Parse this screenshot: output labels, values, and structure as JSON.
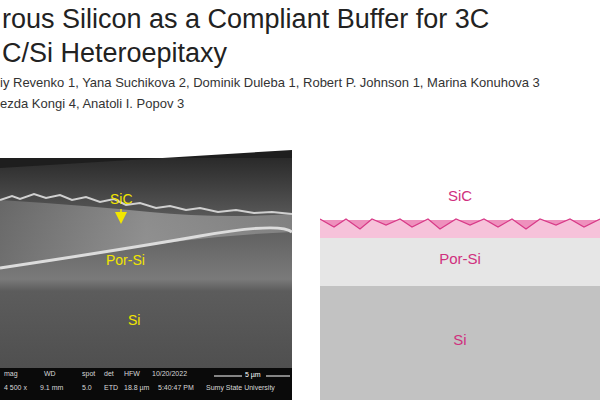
{
  "diagram": {
    "nodes": [
      {
        "text": [
          "SiC"
        ]
      },
      {
        "text": [
          "Por-Si"
        ]
      },
      {
        "text": [
          "Si"
        ]
      }
    ],
    "labels": [
      "rous Silicon as a Compliant Buffer for 3C",
      "C/Si Heteroepitaxy",
      "iy Revenko 1, Yana Suchikova 2, Dominik Duleba 1, Robert P. Johnson 1, Marina Konuhova 3",
      "ezda Kongi 4, Anatoli I. Popov 3",
      "SiC",
      "Por-Si",
      "Si",
      "mag",
      "WD",
      "spot",
      "det",
      "HFW",
      "10/20/2022",
      "5 µm",
      "4 500 x",
      "9.1 mm",
      "5.0",
      "ETD",
      "18.8 µm",
      "5:40:47 PM",
      "Sumy State University"
    ]
  }
}
